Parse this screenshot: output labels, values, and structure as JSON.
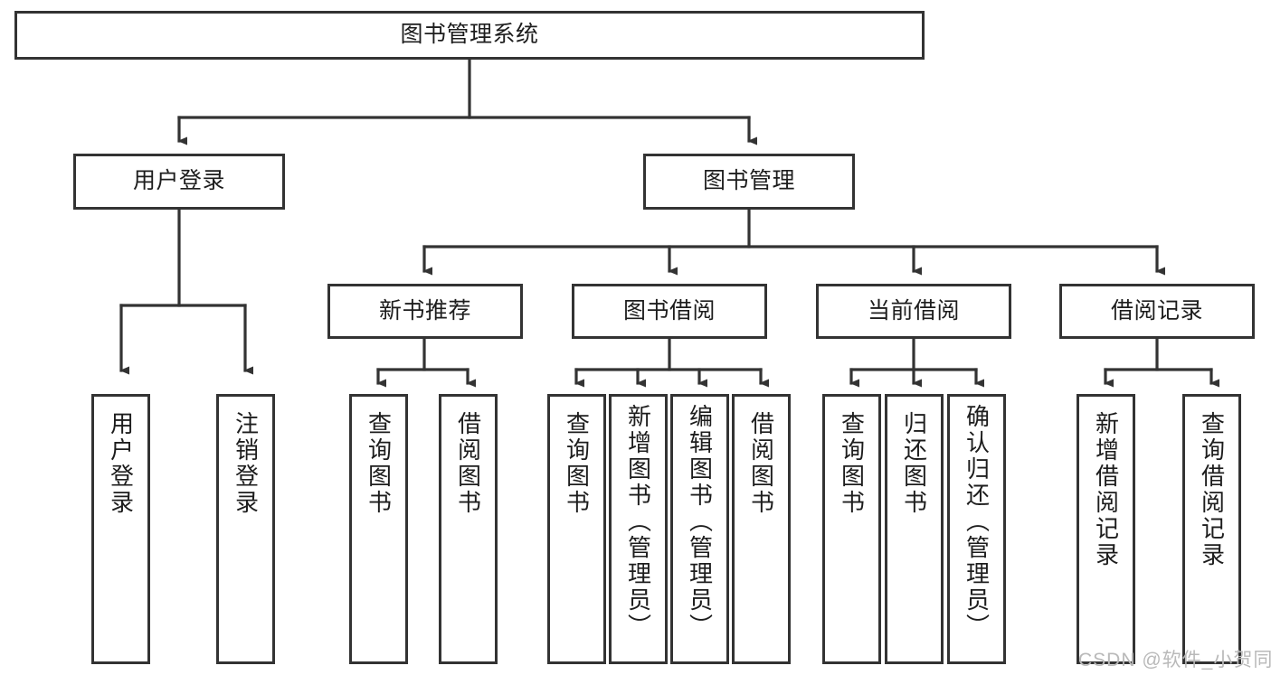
{
  "diagram": {
    "title": "图书管理系统",
    "type": "tree-structure-chart",
    "colors": {
      "box_border": "#333333",
      "box_fill": "#ffffff",
      "connector": "#333333",
      "text": "#1d1d1d",
      "watermark": "#b9b9b9",
      "background": "#ffffff"
    }
  },
  "nodes": {
    "root": {
      "label": "图书管理系统"
    },
    "level2": [
      {
        "id": "user-login",
        "label": "用户登录"
      },
      {
        "id": "book-management",
        "label": "图书管理"
      }
    ],
    "level3": [
      {
        "id": "new-book-recommend",
        "label": "新书推荐"
      },
      {
        "id": "book-borrow",
        "label": "图书借阅"
      },
      {
        "id": "current-borrow",
        "label": "当前借阅"
      },
      {
        "id": "borrow-record",
        "label": "借阅记录"
      }
    ],
    "leaves": {
      "user_login": [
        {
          "id": "leaf-user-login",
          "label": "用户登录"
        },
        {
          "id": "leaf-logout-login",
          "label": "注销登录"
        }
      ],
      "new_book_recommend": [
        {
          "id": "leaf-query-book-1",
          "label": "查询图书"
        },
        {
          "id": "leaf-borrow-book-1",
          "label": "借阅图书"
        }
      ],
      "book_borrow": [
        {
          "id": "leaf-query-book-2",
          "label": "查询图书"
        },
        {
          "id": "leaf-add-book",
          "label": "新增图书（管理员）"
        },
        {
          "id": "leaf-edit-book",
          "label": "编辑图书（管理员）"
        },
        {
          "id": "leaf-borrow-book-2",
          "label": "借阅图书"
        }
      ],
      "current_borrow": [
        {
          "id": "leaf-query-book-3",
          "label": "查询图书"
        },
        {
          "id": "leaf-return-book",
          "label": "归还图书"
        },
        {
          "id": "leaf-confirm-return",
          "label": "确认归还（管理员）"
        }
      ],
      "borrow_record": [
        {
          "id": "leaf-add-record",
          "label": "新增借阅记录"
        },
        {
          "id": "leaf-query-record",
          "label": "查询借阅记录"
        }
      ]
    }
  },
  "watermark": {
    "text": "CSDN @软件_小贺同学"
  }
}
